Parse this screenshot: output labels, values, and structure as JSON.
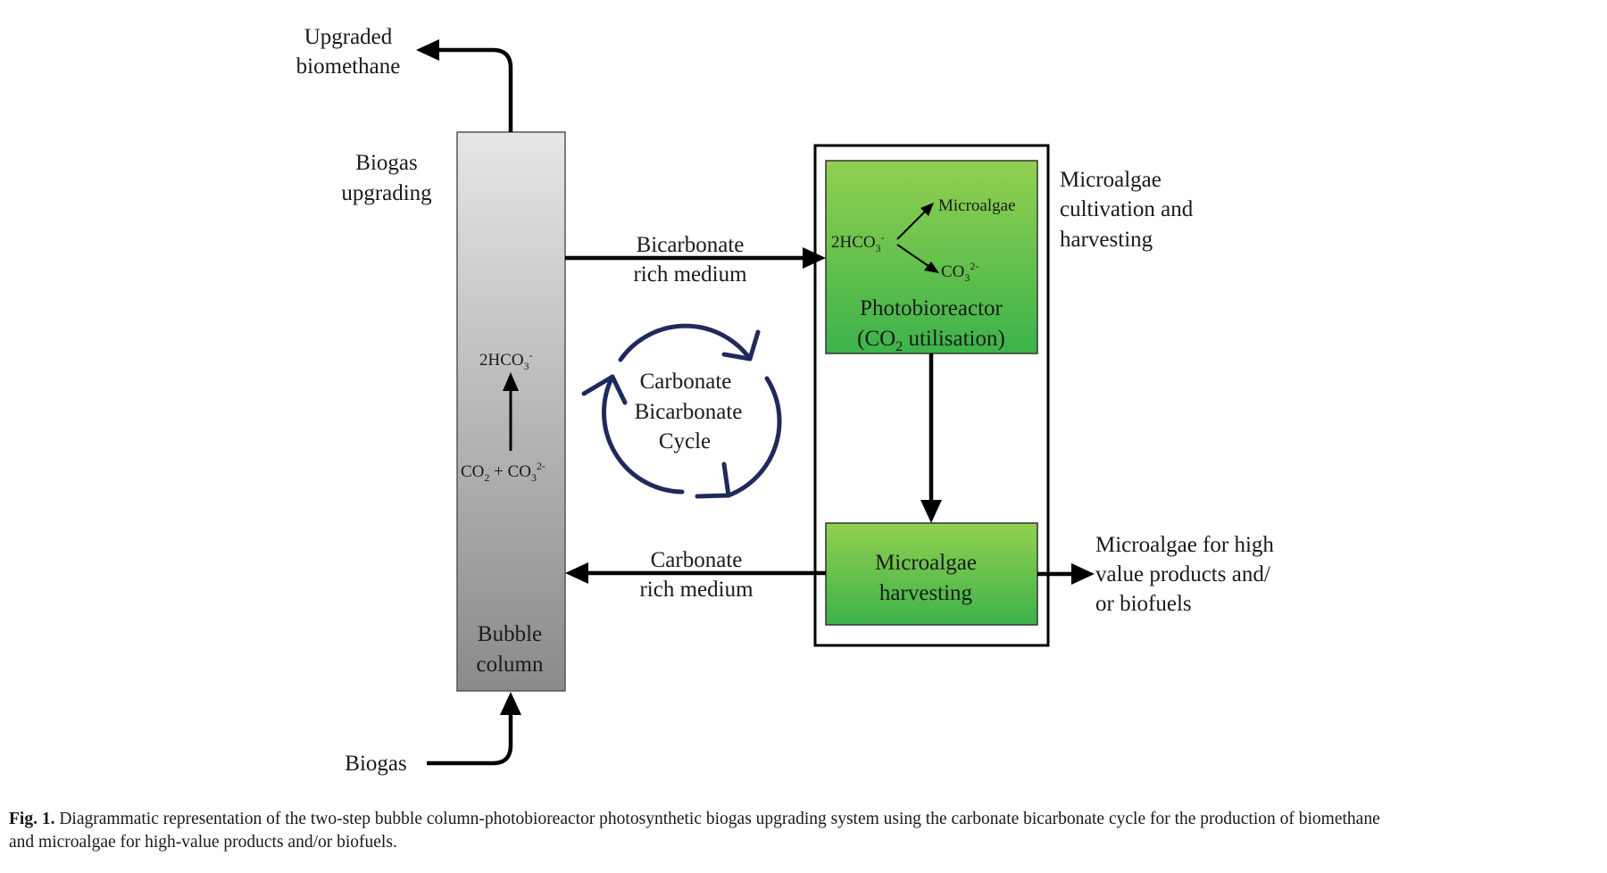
{
  "labels": {
    "upgraded_1": "Upgraded",
    "upgraded_2": "biomethane",
    "biogas_upgrading_1": "Biogas",
    "biogas_upgrading_2": "upgrading",
    "biogas_in": "Biogas",
    "bubble_column_1": "Bubble",
    "bubble_column_2": "column",
    "bicarb_medium_1": "Bicarbonate",
    "bicarb_medium_2": "rich medium",
    "carb_medium_1": "Carbonate",
    "carb_medium_2": "rich medium",
    "cycle_1": "Carbonate",
    "cycle_2": "Bicarbonate",
    "cycle_3": "Cycle",
    "pbr_1": "Photobioreactor",
    "pbr_2_pre": "(CO",
    "pbr_2_sub": "2",
    "pbr_2_post": " utilisation)",
    "harvest_box_1": "Microalgae",
    "harvest_box_2": "harvesting",
    "cultivation_1": "Microalgae",
    "cultivation_2": "cultivation and",
    "cultivation_3": "harvesting",
    "products_1": "Microalgae for high",
    "products_2": "value products and/",
    "products_3": "or biofuels"
  },
  "equations": {
    "column_top_main": "2HCO",
    "column_top_sub": "3",
    "column_top_sup": "-",
    "column_bottom_a": "CO",
    "column_bottom_a_sub": "2",
    "column_bottom_mid": " + CO",
    "column_bottom_b_sub": "3",
    "column_bottom_b_sup": "2-",
    "pbr_left_main": "2HCO",
    "pbr_left_sub": "3",
    "pbr_left_sup": "-",
    "pbr_microalgae": "Microalgae",
    "pbr_co3_main": "CO",
    "pbr_co3_sub": "3",
    "pbr_co3_sup": "2-"
  },
  "caption": {
    "fig_label": "Fig. 1.",
    "text_line1": "Diagrammatic representation of the two-step bubble column-photobioreactor photosynthetic biogas upgrading system using the carbonate bicarbonate cycle for the production of biomethane",
    "text_line2": "and microalgae for high-value products and/or biofuels."
  },
  "colors": {
    "column_top": "#e6e6e6",
    "column_bottom": "#8a8a8a",
    "green_top": "#92d050",
    "green_bottom": "#3cb34a",
    "cycle_arrow": "#1f2a5c"
  }
}
